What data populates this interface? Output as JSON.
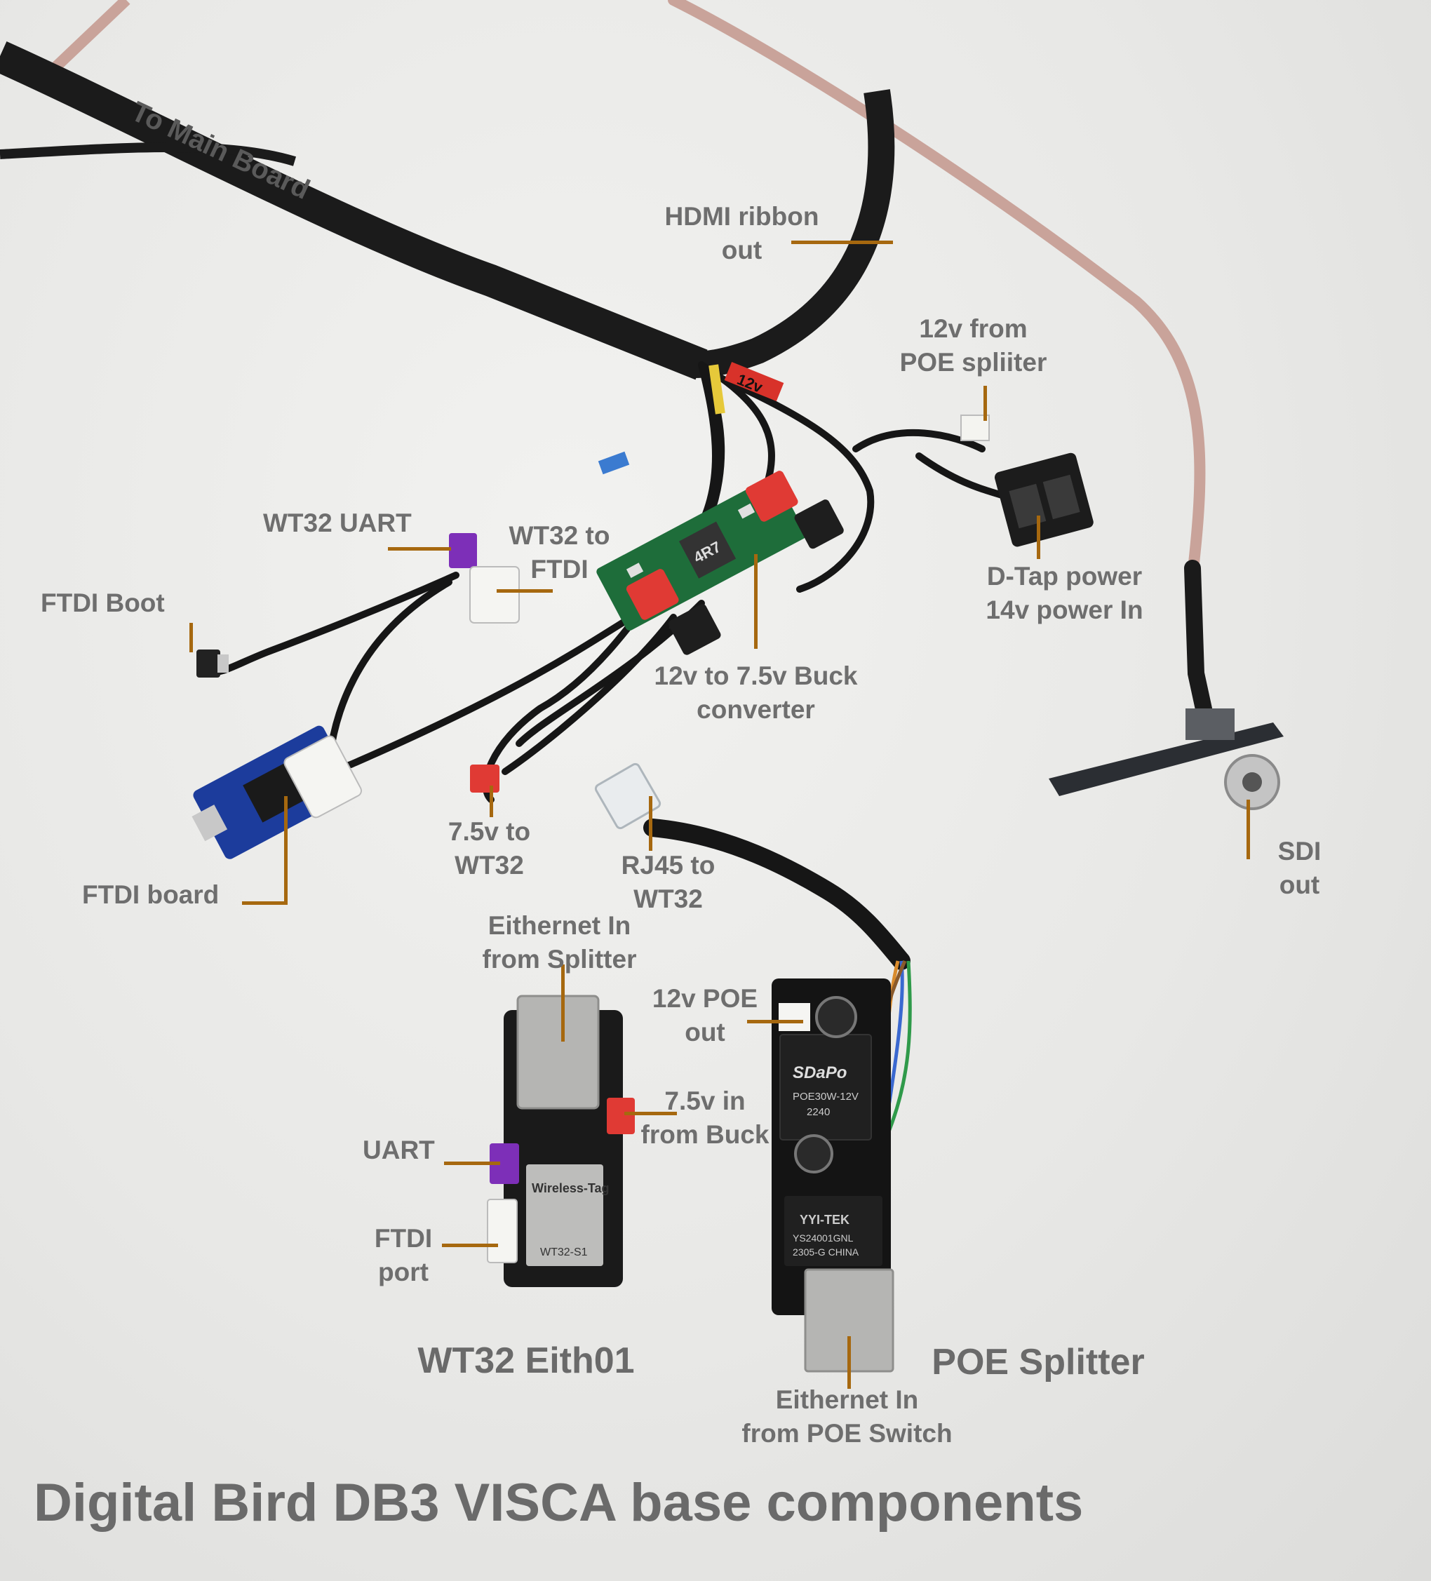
{
  "title": "Digital Bird DB3 VISCA base components",
  "accent_color": "#a6680f",
  "label_color": "#6e6e6e",
  "labels": {
    "to_main_board": "To Main Board",
    "hdmi": [
      "HDMI ribbon",
      "out"
    ],
    "twelve_v_from_poe": [
      "12v from",
      "POE spliiter"
    ],
    "wt32_uart": "WT32 UART",
    "wt32_to_ftdi": [
      "WT32 to",
      "FTDI"
    ],
    "ftdi_boot": "FTDI Boot",
    "dtap": [
      "D-Tap power",
      "14v power In"
    ],
    "buck": [
      "12v to 7.5v Buck",
      "converter"
    ],
    "seven_v_to_wt32": [
      "7.5v to",
      "WT32"
    ],
    "rj45": [
      "RJ45 to",
      "WT32"
    ],
    "sdi": [
      "SDI",
      "out"
    ],
    "ftdi_board": "FTDI board",
    "eth_in_splitter": [
      "Eithernet In",
      "from Splitter"
    ],
    "poe_out": [
      "12v POE",
      "out"
    ],
    "seven_v_in": [
      "7.5v in",
      "from Buck"
    ],
    "uart": "UART",
    "ftdi_port": [
      "FTDI",
      "port"
    ],
    "wt32_board": "WT32 Eith01",
    "poe_splitter": "POE Splitter",
    "eth_in_poe_switch": [
      "Eithernet In",
      "from POE Switch"
    ]
  },
  "print_labels": {
    "twelve_v_tag": "12v",
    "sdapo": "SDaPo",
    "poe_module": "POE30W-12V",
    "poe_module_code": "2240",
    "yyi_tek": "YYI-TEK",
    "yyi_part": "YS24001GNL",
    "yyi_lot": "2305-G CHINA",
    "buck_inductor": "4R7",
    "wt32_module": "WT32-S1",
    "wireless_tag": "Wireless-Tag"
  }
}
